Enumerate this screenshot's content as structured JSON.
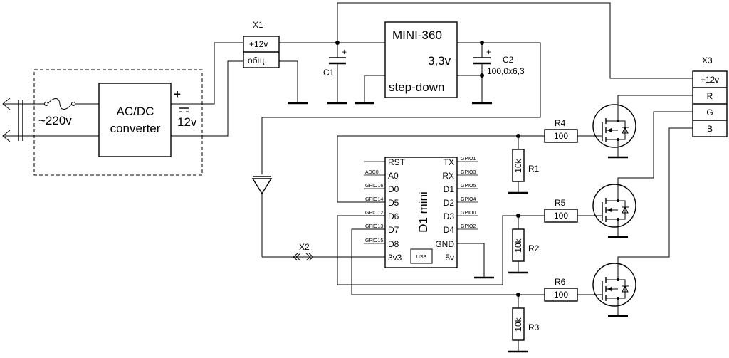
{
  "input": {
    "ac_label": "~220v"
  },
  "converter": {
    "line1": "AC/DC",
    "line2": "converter",
    "plus": "+",
    "output": "12v"
  },
  "x1": {
    "ref": "X1",
    "pin1": "+12v",
    "pin2": "общ."
  },
  "c1": {
    "ref": "C1",
    "polarity": "+"
  },
  "mini360": {
    "title": "MINI-360",
    "voltage": "3,3v",
    "subtitle": "step-down"
  },
  "c2": {
    "ref": "C2",
    "value": "100,0x6,3",
    "polarity": "+"
  },
  "x2": {
    "ref": "X2"
  },
  "x3": {
    "ref": "X3",
    "pins": [
      "+12v",
      "R",
      "G",
      "B"
    ]
  },
  "d1mini": {
    "title": "D1 mini",
    "usb": "USB",
    "left_pins": [
      "RST",
      "A0",
      "D0",
      "D5",
      "D6",
      "D7",
      "D8",
      "3v3"
    ],
    "left_gpio": [
      "",
      "ADC0",
      "GPIO16",
      "GPIO14",
      "GPIO12",
      "GPIO13",
      "GPIO15",
      ""
    ],
    "right_pins": [
      "TX",
      "RX",
      "D1",
      "D2",
      "D3",
      "D4",
      "GND",
      "5v"
    ],
    "right_gpio": [
      "GPIO1",
      "GPIO3",
      "GPIO5",
      "GPIO4",
      "GPIO0",
      "GPIO2",
      "",
      ""
    ]
  },
  "gate_resistors": [
    {
      "ref": "R4",
      "value": "100"
    },
    {
      "ref": "R5",
      "value": "100"
    },
    {
      "ref": "R6",
      "value": "100"
    }
  ],
  "pulldown_resistors": [
    {
      "ref": "R1",
      "value": "10k"
    },
    {
      "ref": "R2",
      "value": "10k"
    },
    {
      "ref": "R3",
      "value": "10k"
    }
  ]
}
